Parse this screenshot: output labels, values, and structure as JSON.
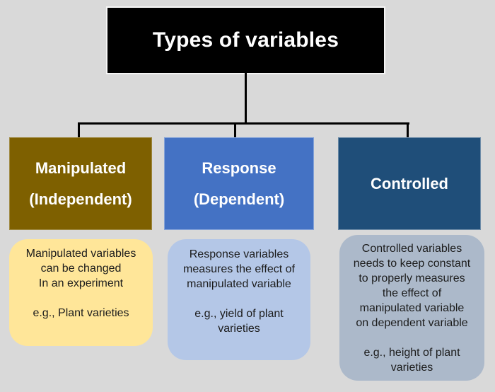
{
  "title": "Types of variables",
  "colors": {
    "background": "#D9D9D9",
    "title_bg": "#000000",
    "title_text": "#FFFFFF",
    "title_border": "#F6F6F6",
    "connector": "#000000",
    "manipulated_bg": "#7E6000",
    "response_bg": "#4472C4",
    "controlled_bg": "#1F4E79",
    "manipulated_note_bg": "#FFE699",
    "response_note_bg": "#B4C7E7",
    "controlled_note_bg": "#ACB9CA"
  },
  "branches": [
    {
      "id": "manipulated",
      "label": "Manipulated\n(Independent)",
      "note": "Manipulated variables\ncan be changed\nIn an experiment\n\ne.g., Plant varieties"
    },
    {
      "id": "response",
      "label": "Response\n(Dependent)",
      "note": "Response variables\nmeasures the effect of\nmanipulated variable\n\ne.g., yield of plant\nvarieties"
    },
    {
      "id": "controlled",
      "label": "Controlled",
      "note": "Controlled variables\nneeds to keep constant\nto properly  measures\nthe effect of\nmanipulated variable\non dependent variable\n\ne.g., height of plant\nvarieties"
    }
  ]
}
